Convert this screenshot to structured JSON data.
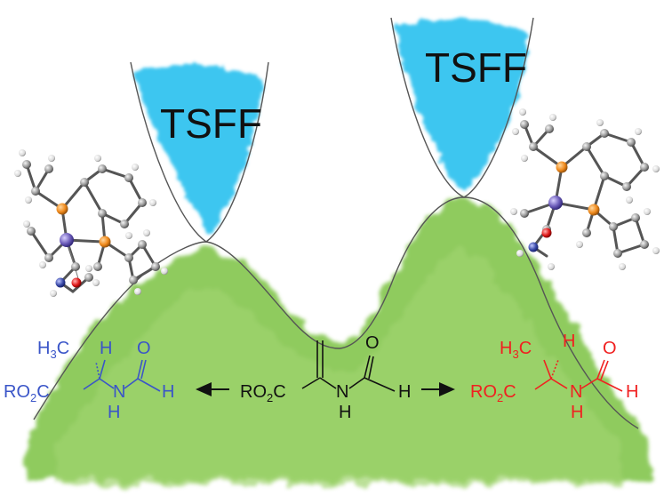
{
  "labels": {
    "ts_left": "TSFF",
    "ts_right": "TSFF"
  },
  "colors": {
    "ts_blue": "#3cc6f0",
    "well_green": "#7cc243",
    "enantiomer_s": "#3a55c8",
    "enantiomer_r": "#f02020",
    "substrate": "#111111",
    "phosphorus": "#f08a1c",
    "rhodium": "#6a5ab8",
    "oxygen": "#e01818",
    "nitrogen": "#3a4aa8"
  },
  "molecules": {
    "left_product": {
      "h3c": "H",
      "h3c_sub": "3",
      "h3c_c": "C",
      "h_top": "H",
      "o": "O",
      "ro": "RO",
      "ro_sub": "2",
      "ro_c": "C",
      "n": "N",
      "nh_h": "H",
      "cho_h": "H"
    },
    "substrate": {
      "ro": "RO",
      "ro_sub": "2",
      "ro_c": "C",
      "n": "N",
      "nh_h": "H",
      "o": "O",
      "cho_h": "H"
    },
    "right_product": {
      "h3c": "H",
      "h3c_sub": "3",
      "h3c_c": "C",
      "h_top": "H",
      "o": "O",
      "ro": "RO",
      "ro_sub": "2",
      "ro_c": "C",
      "n": "N",
      "nh_h": "H",
      "cho_h": "H"
    }
  }
}
